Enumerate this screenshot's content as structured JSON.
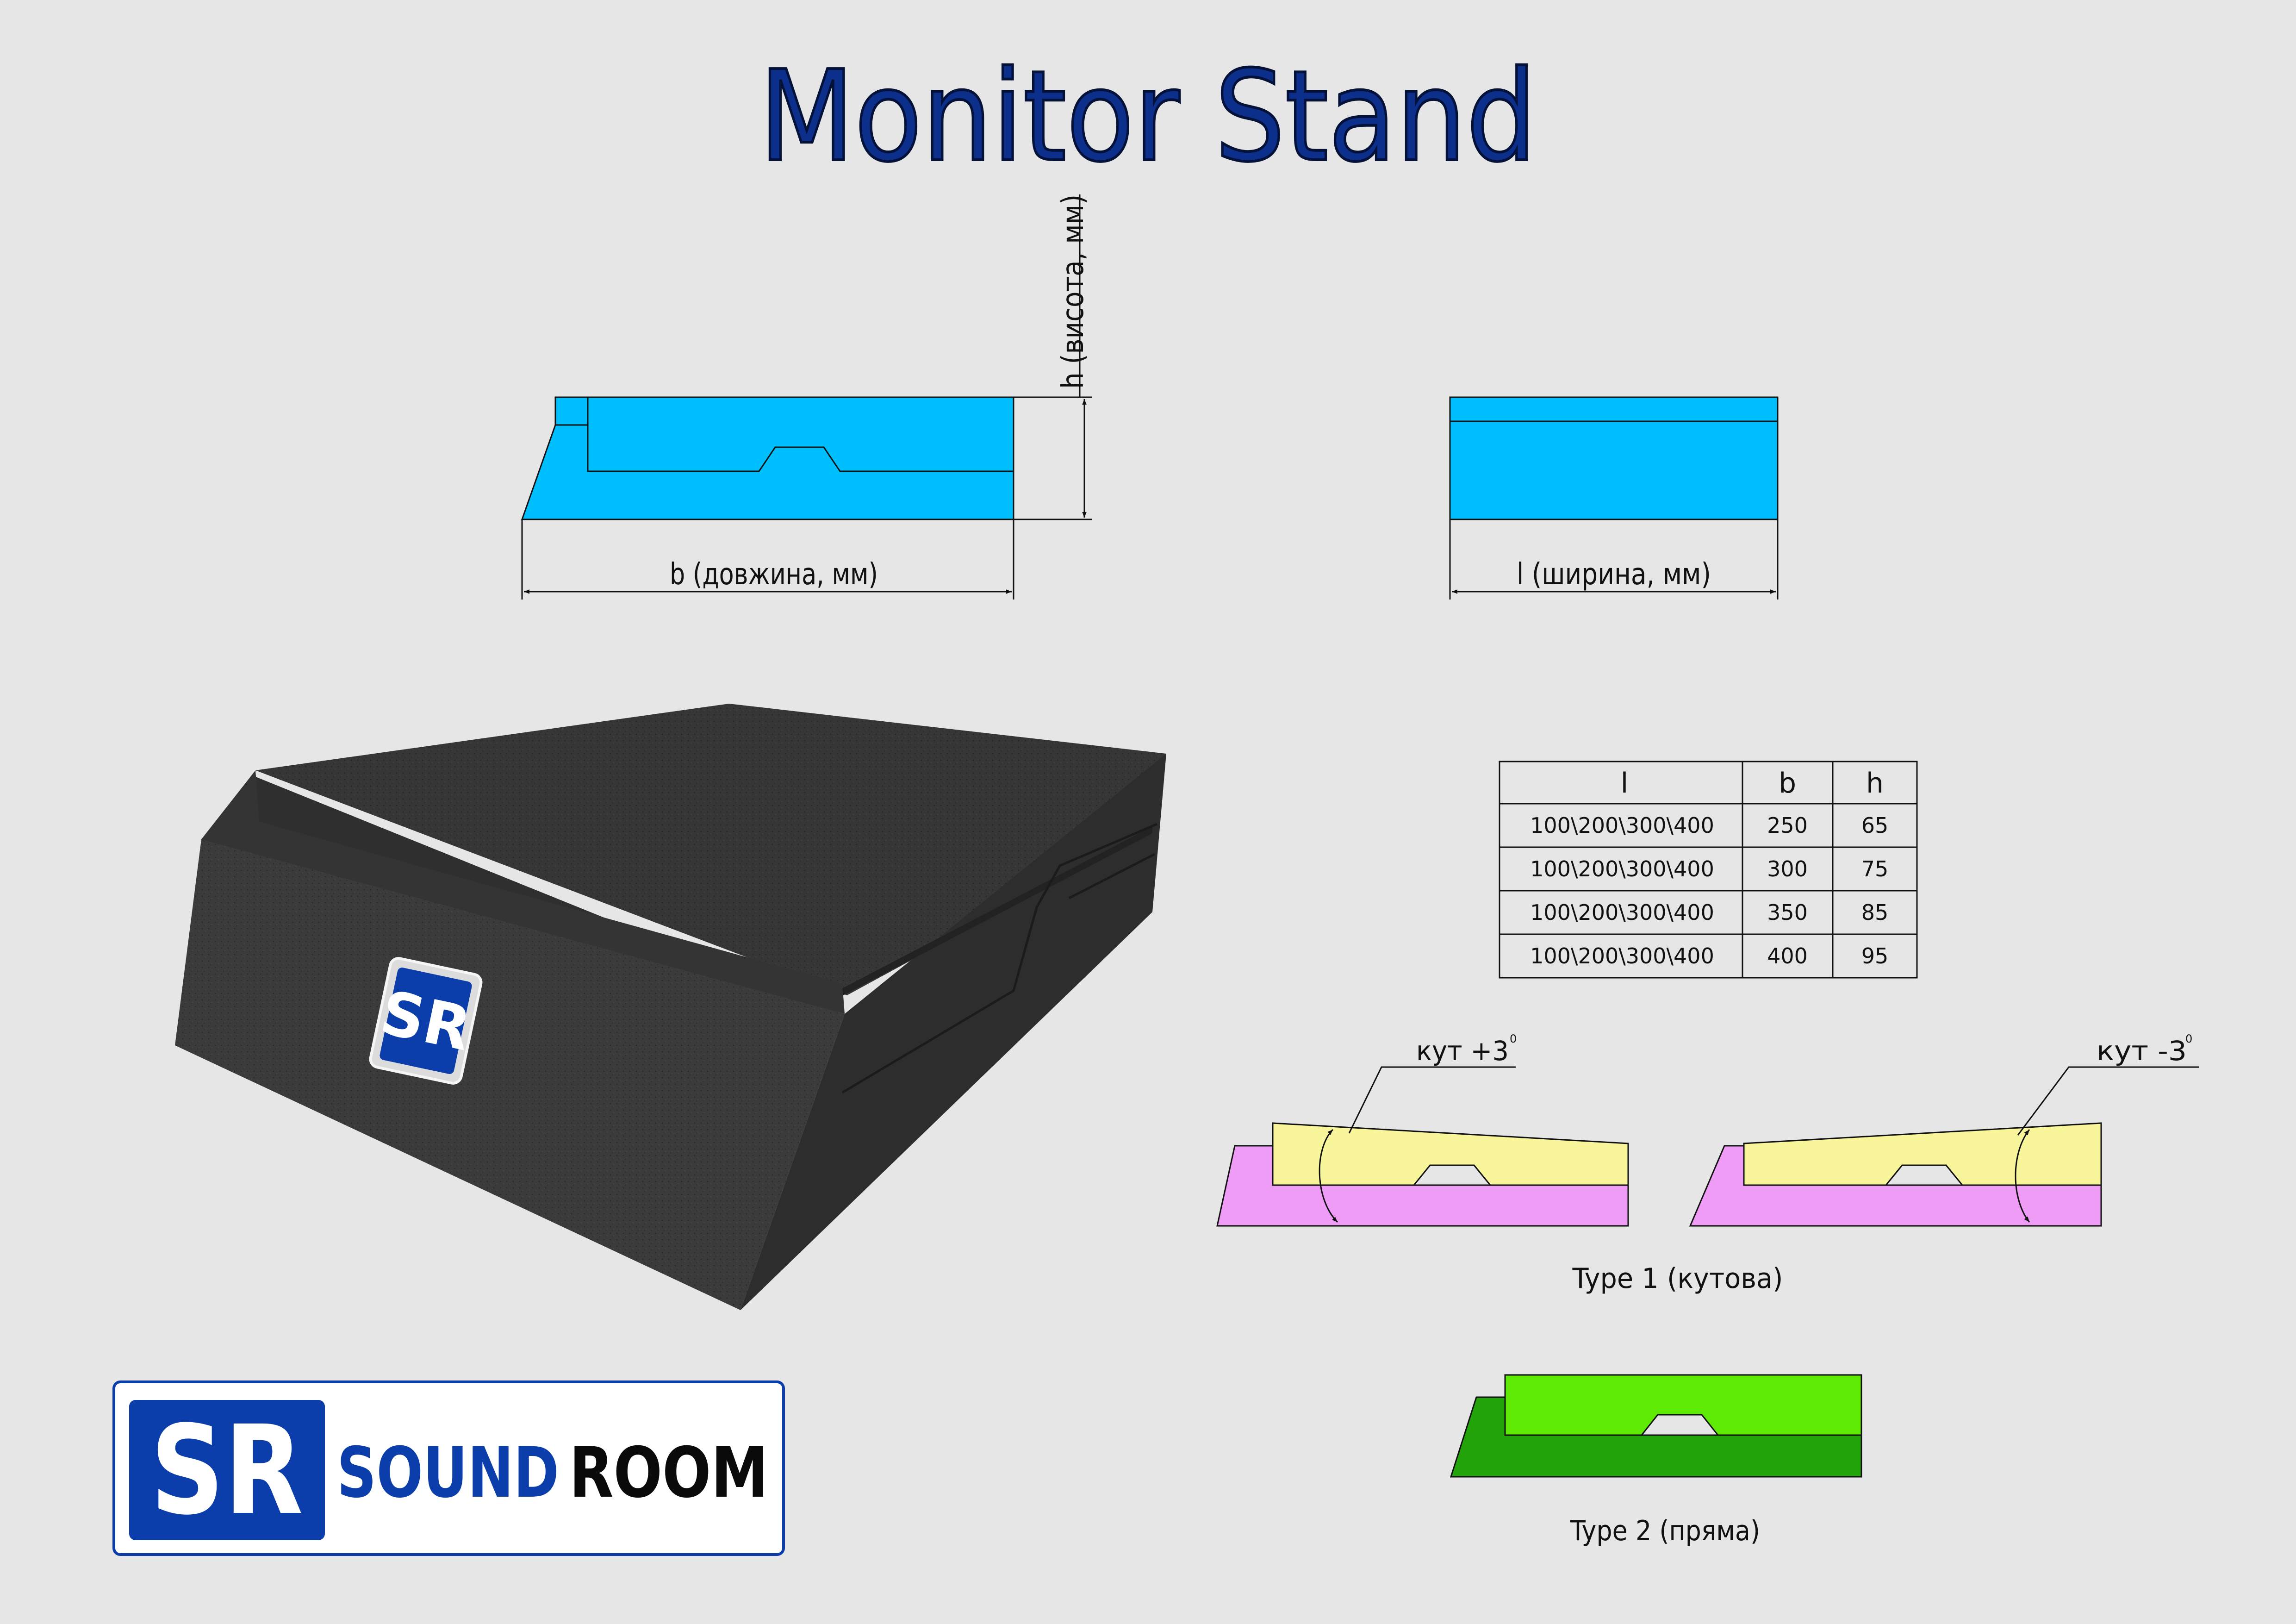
{
  "title": "Monitor Stand",
  "dimensions": {
    "height_label": "h (висота, мм)",
    "length_label": "b (довжина, мм)",
    "width_label": "l (ширина, мм)"
  },
  "table": {
    "headers": [
      "l",
      "b",
      "h"
    ],
    "rows": [
      [
        "100\\200\\300\\400",
        "250",
        "65"
      ],
      [
        "100\\200\\300\\400",
        "300",
        "75"
      ],
      [
        "100\\200\\300\\400",
        "350",
        "85"
      ],
      [
        "100\\200\\300\\400",
        "400",
        "95"
      ]
    ]
  },
  "angles": {
    "plus": "кут +3",
    "minus": "кут -3",
    "degree": "0"
  },
  "types": {
    "type1": "Type 1 (кутова)",
    "type2": "Type 2 (пряма)"
  },
  "badge": "SR",
  "logo": {
    "mark": "SR",
    "word1": "SOUND",
    "word2": "ROOM"
  },
  "colors": {
    "title": "#0d2f8c",
    "profile_blue": "#00bfff",
    "wedge_yellow": "#f8f59b",
    "wedge_pink": "#ef9cf6",
    "straight_light_green": "#5eea04",
    "straight_dark_green": "#23a40b",
    "foam": "#3a3a3a",
    "logo_blue": "#0b3eaa"
  }
}
